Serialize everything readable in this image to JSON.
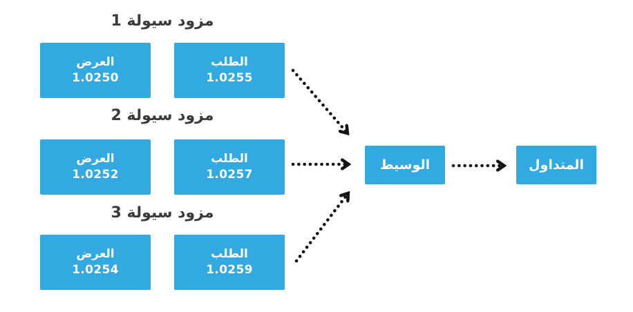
{
  "diagram": {
    "colors": {
      "background": "#ffffff",
      "accent": "#32a9e1",
      "arrow": "#141414",
      "title_text": "#3b3b3b",
      "box_text": "#ffffff"
    },
    "providers": [
      {
        "title": "مزود سيولة 1",
        "bid": {
          "label": "العرض",
          "value": "1.0250"
        },
        "ask": {
          "label": "الطلب",
          "value": "1.0255"
        }
      },
      {
        "title": "مزود سيولة 2",
        "bid": {
          "label": "العرض",
          "value": "1.0252"
        },
        "ask": {
          "label": "الطلب",
          "value": "1.0257"
        }
      },
      {
        "title": "مزود سيولة 3",
        "bid": {
          "label": "العرض",
          "value": "1.0254"
        },
        "ask": {
          "label": "الطلب",
          "value": "1.0259"
        }
      }
    ],
    "broker": {
      "label": "الوسيط"
    },
    "trader": {
      "label": "المتداول"
    },
    "flows": [
      {
        "from": "lp1-ask",
        "to": "broker"
      },
      {
        "from": "lp2-ask",
        "to": "broker"
      },
      {
        "from": "lp3-ask",
        "to": "broker"
      },
      {
        "from": "broker",
        "to": "trader"
      }
    ]
  }
}
